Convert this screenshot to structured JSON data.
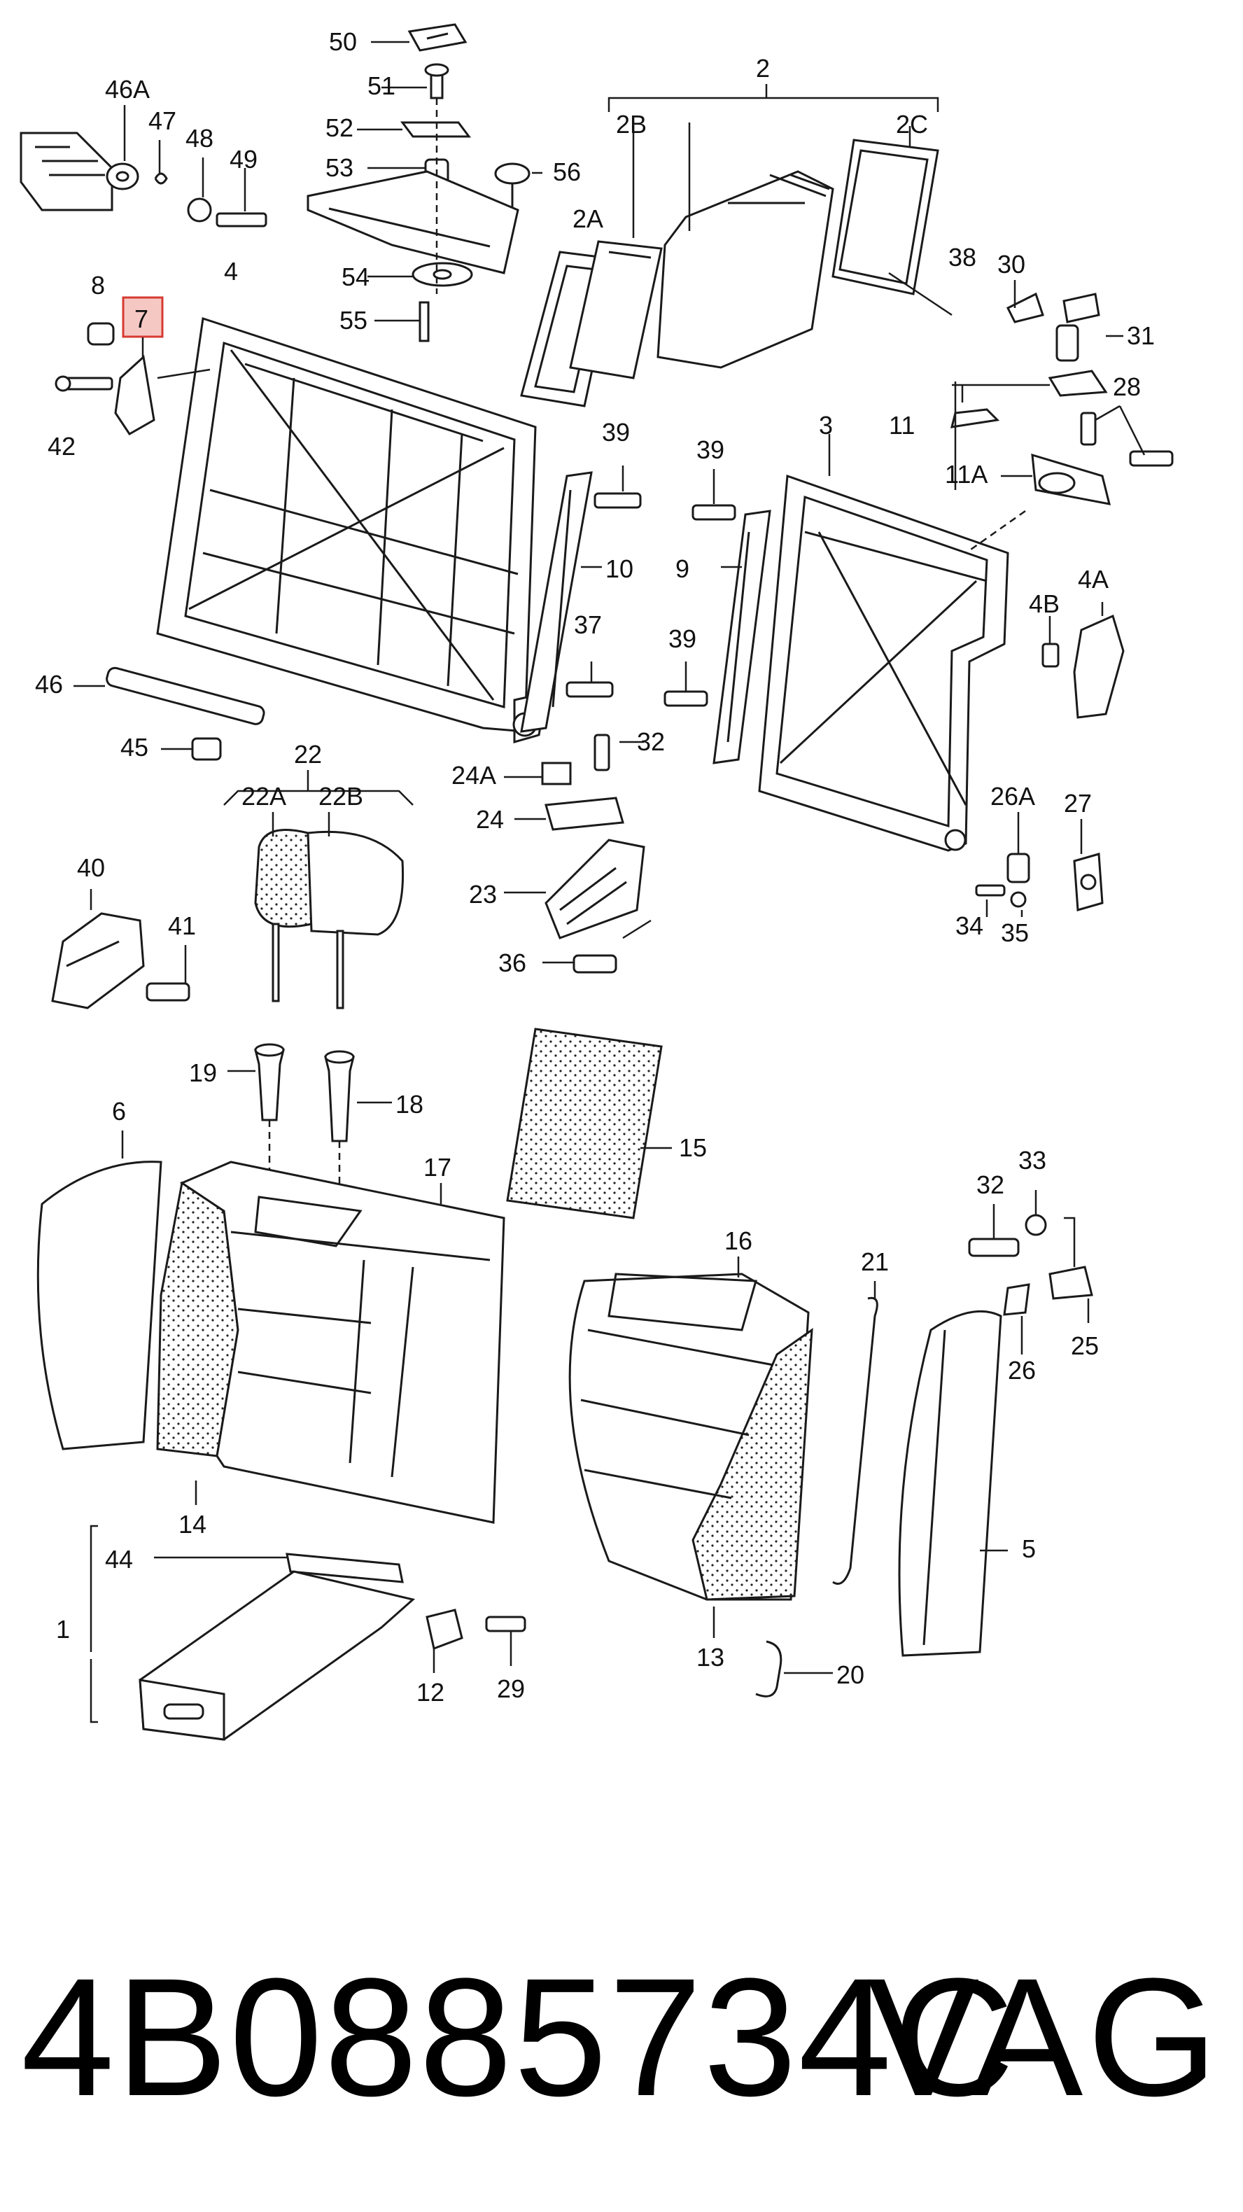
{
  "diagram": {
    "labels": {
      "l1": "1",
      "l2": "2",
      "l2A": "2A",
      "l2B": "2B",
      "l2C": "2C",
      "l3": "3",
      "l4": "4",
      "l4A": "4A",
      "l4B": "4B",
      "l5": "5",
      "l6": "6",
      "l7": "7",
      "l8": "8",
      "l9": "9",
      "l10": "10",
      "l11": "11",
      "l11A": "11A",
      "l12": "12",
      "l13": "13",
      "l14": "14",
      "l15": "15",
      "l16": "16",
      "l17": "17",
      "l18": "18",
      "l19": "19",
      "l20": "20",
      "l21": "21",
      "l22": "22",
      "l22A": "22A",
      "l22B": "22B",
      "l23": "23",
      "l24": "24",
      "l24A": "24A",
      "l25": "25",
      "l26": "26",
      "l26A": "26A",
      "l27": "27",
      "l28": "28",
      "l29": "29",
      "l30": "30",
      "l31": "31",
      "l32a": "32",
      "l32b": "32",
      "l33": "33",
      "l34": "34",
      "l35": "35",
      "l36": "36",
      "l37": "37",
      "l38": "38",
      "l39a": "39",
      "l39b": "39",
      "l39c": "39",
      "l40": "40",
      "l41": "41",
      "l42": "42",
      "l44": "44",
      "l45": "45",
      "l46": "46",
      "l46A": "46A",
      "l47": "47",
      "l48": "48",
      "l49": "49",
      "l50": "50",
      "l51": "51",
      "l52": "52",
      "l53": "53",
      "l54": "54",
      "l55": "55",
      "l56": "56"
    },
    "highlight_color": "#d63a32",
    "highlight_fill": "#f6c8c4"
  },
  "footer": {
    "part_number": "4B0885734C",
    "brand": "VAG"
  }
}
